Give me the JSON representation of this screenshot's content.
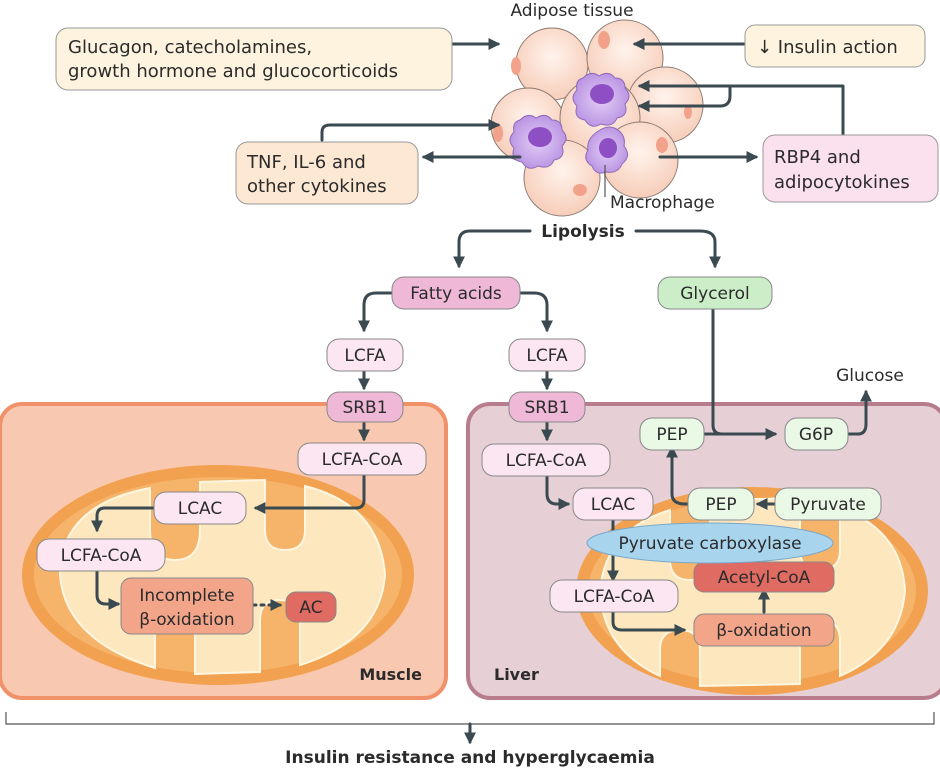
{
  "adipose": {
    "title": "Adipose tissue",
    "macrophage_label": "Macrophage"
  },
  "inputs": {
    "hormones_line1": "Glucagon, catecholamines,",
    "hormones_line2": "growth hormone and glucocorticoids",
    "insulin_action": "↓ Insulin action",
    "cytokines_line1": "TNF, IL-6 and",
    "cytokines_line2": "other cytokines",
    "rbp4_line1": "RBP4 and",
    "rbp4_line2": "adipocytokines"
  },
  "lipolysis": {
    "label": "Lipolysis",
    "fatty_acids": "Fatty acids",
    "glycerol": "Glycerol"
  },
  "muscle": {
    "tissue_label": "Muscle",
    "lcfa": "LCFA",
    "srb1": "SRB1",
    "lcfa_coa_cyto": "LCFA-CoA",
    "lcac": "LCAC",
    "lcfa_coa_mito": "LCFA-CoA",
    "incomplete_line1": "Incomplete",
    "incomplete_line2": "β-oxidation",
    "ac": "AC"
  },
  "liver": {
    "tissue_label": "Liver",
    "lcfa": "LCFA",
    "srb1": "SRB1",
    "lcfa_coa_cyto": "LCFA-CoA",
    "lcac": "LCAC",
    "lcfa_coa_mito": "LCFA-CoA",
    "beta_oxidation": "β-oxidation",
    "acetyl_coa": "Acetyl-CoA",
    "pyruvate_carboxylase": "Pyruvate carboxylase",
    "pyruvate": "Pyruvate",
    "pep_mito": "PEP",
    "pep_cyto": "PEP",
    "g6p": "G6P",
    "glucose": "Glucose"
  },
  "outcome": {
    "label": "Insulin resistance and hyperglycaemia"
  },
  "colors": {
    "arrow": "#3a4a50",
    "muscle_bg": "#f9c8b0",
    "muscle_border": "#f0916a",
    "liver_bg": "#e6d0d6",
    "liver_border": "#b87d8c",
    "mito_outer": "#f2a150",
    "mito_inner": "#fde7be",
    "pink_node": "#eeb8d6",
    "light_pink_node": "#fbe6f1",
    "green_node": "#cbeec8",
    "light_green_node": "#eaf8e6",
    "salmon_node": "#f3a58a",
    "red_node": "#df6b63",
    "blue_ellipse": "#a9d4ee",
    "yellow_box": "#fdf3de",
    "peach_box": "#fde8d4",
    "rbp4_box": "#fbe0ee",
    "adipocyte": "#fde0d2",
    "macrophage": "#c8a6e8"
  }
}
